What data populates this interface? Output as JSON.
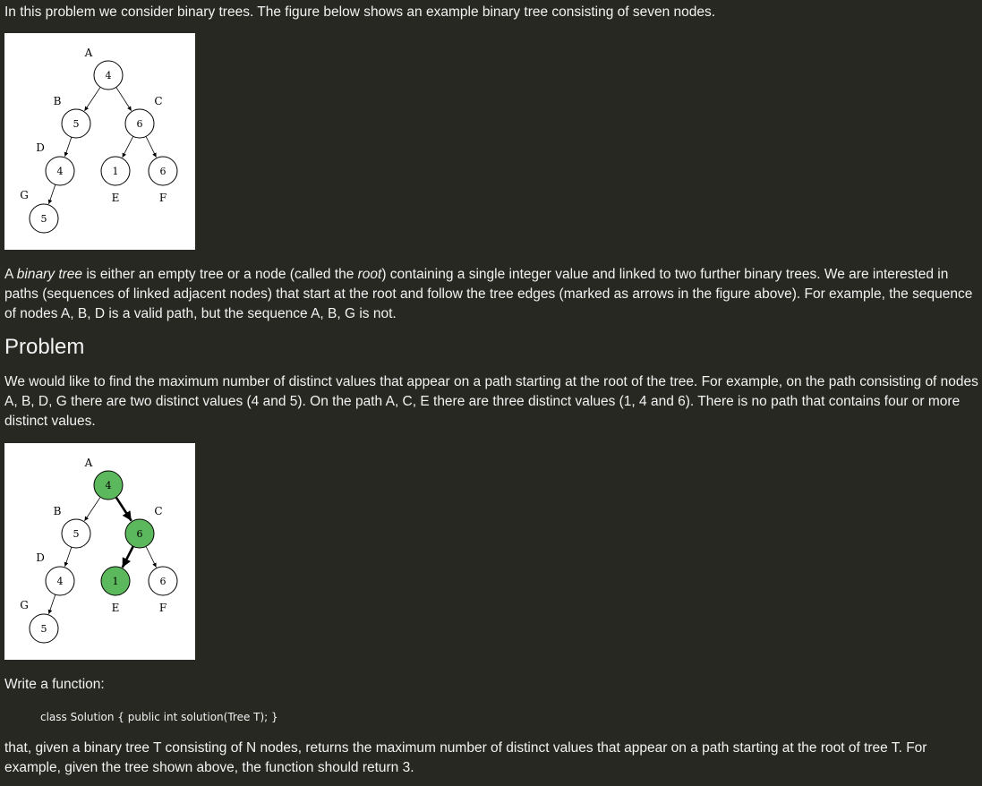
{
  "intro": "In this problem we consider binary trees. The figure below shows an example binary tree consisting of seven nodes.",
  "definition": {
    "part1": "A ",
    "term1": "binary tree",
    "part2": " is either an empty tree or a node (called the ",
    "term2": "root",
    "part3": ") containing a single integer value and linked to two further binary trees. We are interested in paths (sequences of linked adjacent nodes) that start at the root and follow the tree edges (marked as arrows in the figure above). For example, the sequence of nodes A, B, D is a valid path, but the sequence A, B, G is not."
  },
  "heading": "Problem",
  "problem_text": "We would like to find the maximum number of distinct values that appear on a path starting at the root of the tree. For example, on the path consisting of nodes A, B, D, G there are two distinct values (4 and 5). On the path A, C, E there are three distinct values (1, 4 and 6). There is no path that contains four or more distinct values.",
  "write_function": "Write a function:",
  "code": "class Solution { public int solution(Tree T); }",
  "closing": "that, given a binary tree T consisting of N nodes, returns the maximum number of distinct values that appear on a path starting at the root of tree T. For example, given the tree shown above, the function should return 3.",
  "colors": {
    "background": "#272822",
    "highlight": "#5cb85c"
  },
  "tree": {
    "nodes": [
      {
        "id": "A",
        "value": "4"
      },
      {
        "id": "B",
        "value": "5"
      },
      {
        "id": "C",
        "value": "6"
      },
      {
        "id": "D",
        "value": "4"
      },
      {
        "id": "E",
        "value": "1"
      },
      {
        "id": "F",
        "value": "6"
      },
      {
        "id": "G",
        "value": "5"
      }
    ],
    "edges": [
      [
        "A",
        "B"
      ],
      [
        "A",
        "C"
      ],
      [
        "B",
        "D"
      ],
      [
        "C",
        "E"
      ],
      [
        "C",
        "F"
      ],
      [
        "D",
        "G"
      ]
    ],
    "highlighted_path": [
      "A",
      "C",
      "E"
    ]
  }
}
